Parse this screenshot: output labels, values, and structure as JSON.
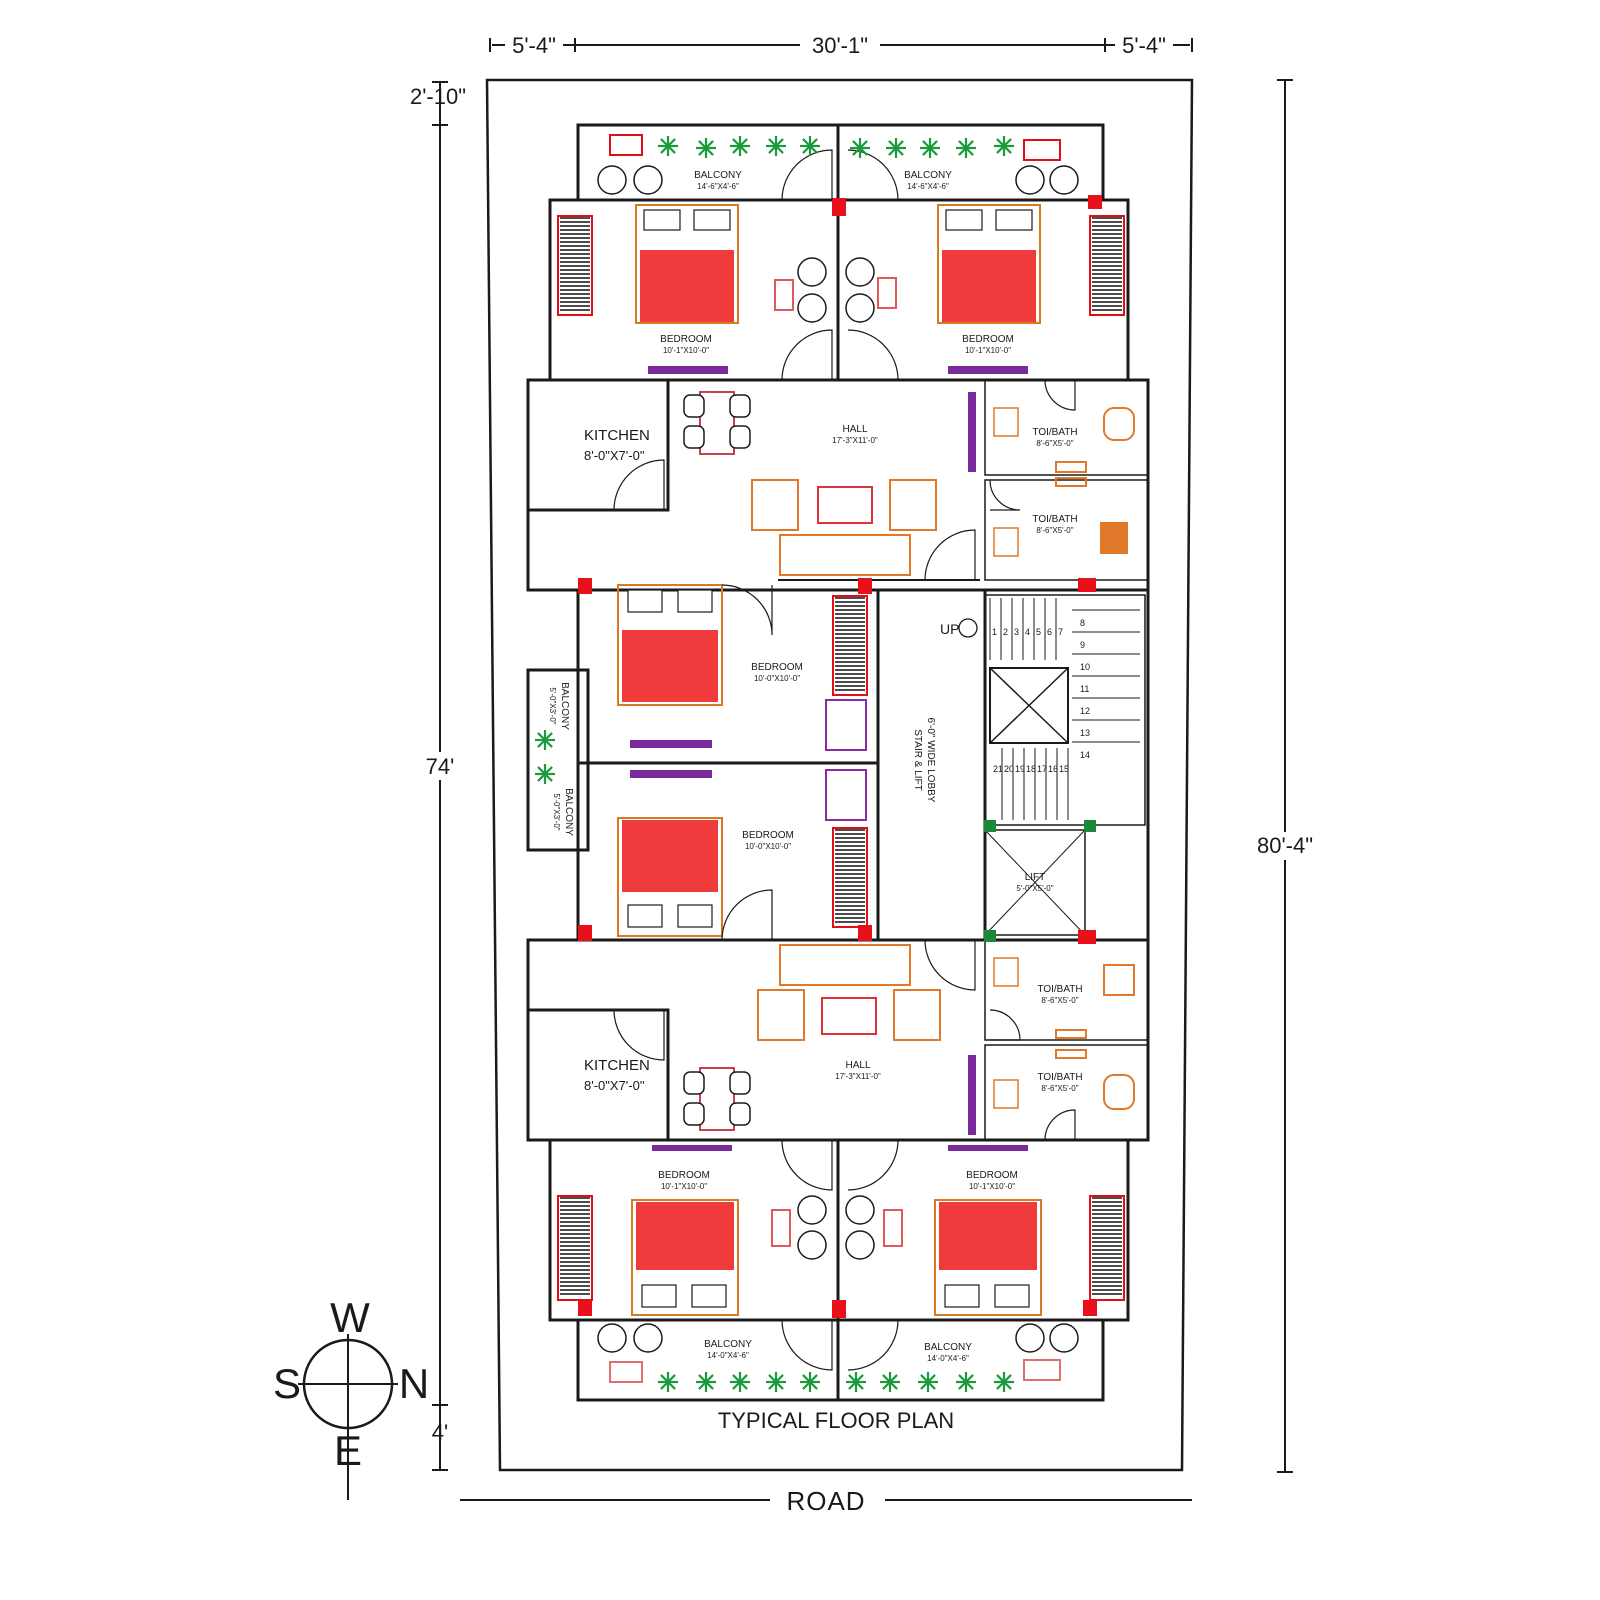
{
  "title": "TYPICAL FLOOR PLAN",
  "road_label": "ROAD",
  "compass": {
    "north": "N",
    "south": "S",
    "east": "E",
    "west": "W"
  },
  "dimensions": {
    "top_left": "5'-4\"",
    "top_center": "30'-1\"",
    "top_right": "5'-4\"",
    "top_offset": "2'-10\"",
    "left_length": "74'",
    "right_length": "80'-4\"",
    "bottom_offset": "4'"
  },
  "rooms": {
    "balcony_tl": {
      "name": "BALCONY",
      "size": "14'-6\"X4'-6\""
    },
    "balcony_tr": {
      "name": "BALCONY",
      "size": "14'-6\"X4'-6\""
    },
    "bedroom_tl": {
      "name": "BEDROOM",
      "size": "10'-1\"X10'-0\""
    },
    "bedroom_tr": {
      "name": "BEDROOM",
      "size": "10'-1\"X10'-0\""
    },
    "kitchen_top": {
      "name": "KITCHEN",
      "size": "8'-0\"X7'-0\""
    },
    "hall_top": {
      "name": "HALL",
      "size": "17'-3\"X11'-0\""
    },
    "toilet_1": {
      "name": "TOI/BATH",
      "size": "8'-6\"X5'-0\""
    },
    "toilet_2": {
      "name": "TOI/BATH",
      "size": "8'-6\"X5'-0\""
    },
    "bedroom_ml": {
      "name": "BEDROOM",
      "size": "10'-0\"X10'-0\""
    },
    "balcony_ml": {
      "name": "BALCONY",
      "size": "5'-0\"X3'-0\""
    },
    "balcony_ml2": {
      "name": "BALCONY",
      "size": "5'-0\"X3'-0\""
    },
    "lobby": {
      "name": "6'-0\" WIDE LOBBY",
      "sub": "STAIR & LIFT"
    },
    "bedroom_ml2": {
      "name": "BEDROOM",
      "size": "10'-0\"X10'-0\""
    },
    "lift": {
      "name": "LIFT",
      "size": "5'-0\"X5'-0\""
    },
    "toilet_3": {
      "name": "TOI/BATH",
      "size": "8'-6\"X5'-0\""
    },
    "toilet_4": {
      "name": "TOI/BATH",
      "size": "8'-6\"X5'-0\""
    },
    "kitchen_bottom": {
      "name": "KITCHEN",
      "size": "8'-0\"X7'-0\""
    },
    "hall_bottom": {
      "name": "HALL",
      "size": "17'-3\"X11'-0\""
    },
    "bedroom_bl": {
      "name": "BEDROOM",
      "size": "10'-1\"X10'-0\""
    },
    "bedroom_br": {
      "name": "BEDROOM",
      "size": "10'-1\"X10'-0\""
    },
    "balcony_bl": {
      "name": "BALCONY",
      "size": "14'-0\"X4'-6\""
    },
    "balcony_br": {
      "name": "BALCONY",
      "size": "14'-0\"X4'-6\""
    }
  },
  "stair": {
    "up_label": "UP",
    "steps": [
      "1",
      "2",
      "3",
      "4",
      "5",
      "6",
      "7",
      "8",
      "9",
      "10",
      "11",
      "12",
      "13",
      "14",
      "15",
      "16",
      "17",
      "18",
      "19",
      "20",
      "21"
    ]
  },
  "colors": {
    "wall": "#1a1a1a",
    "column": "#e8101b",
    "bed": "#ef3b3b",
    "furniture": "#e07a2a",
    "plant": "#1a9a3a",
    "cabinet": "#7a2a9a"
  }
}
